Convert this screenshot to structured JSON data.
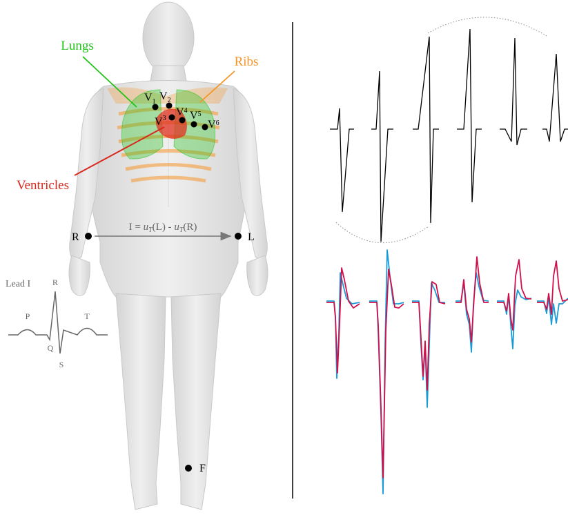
{
  "labels": {
    "lungs": "Lungs",
    "ribs": "Ribs",
    "ventricles": "Ventricles",
    "lead_formula_prefix": "I = ",
    "lead_formula_u1": "u",
    "lead_formula_t1": "T",
    "lead_formula_mid": "(L) - ",
    "lead_formula_u2": "u",
    "lead_formula_t2": "T",
    "lead_formula_suffix": "(R)",
    "lead_i": "Lead I"
  },
  "electrodes": {
    "R": "R",
    "L": "L",
    "F": "F",
    "V1": {
      "base": "V",
      "sub": "1"
    },
    "V2": {
      "base": "V",
      "sub": "2"
    },
    "V3": {
      "base": "V",
      "sub": "3"
    },
    "V4": {
      "base": "V",
      "sub": "4"
    },
    "V5": {
      "base": "V",
      "sub": "5"
    },
    "V6": {
      "base": "V",
      "sub": "6"
    }
  },
  "ecg_waves": {
    "P": "P",
    "Q": "Q",
    "R": "R",
    "S": "S",
    "T": "T"
  },
  "colors": {
    "lungs": "#22c21a",
    "ribs": "#f5962a",
    "ventricles": "#d8281c",
    "body": "#e6e6e6",
    "trace_simulated": "#1a9ad6",
    "trace_measured": "#d0104a",
    "trace_black": "#000000",
    "electrode": "#000000",
    "arrow": "#777777"
  }
}
